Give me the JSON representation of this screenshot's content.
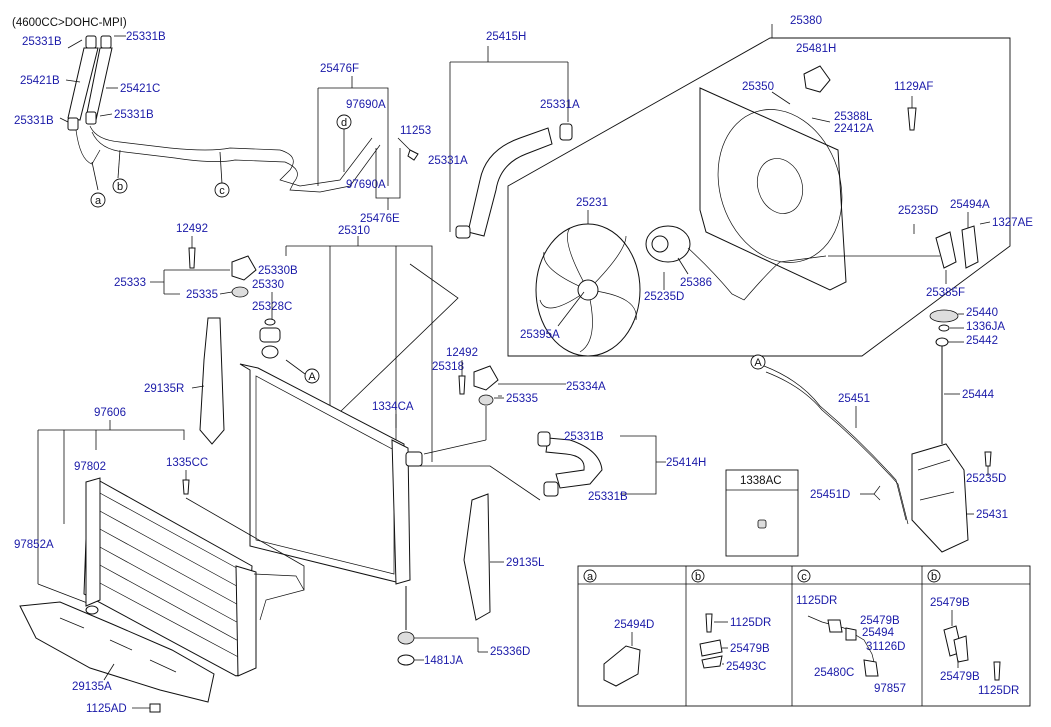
{
  "header": {
    "engine_note": "(4600CC>DOHC-MPI)"
  },
  "labels": {
    "p25331B_a": "25331B",
    "p25331B_b": "25331B",
    "p25421B": "25421B",
    "p25421C": "25421C",
    "p25331B_c": "25331B",
    "p25331B_d": "25331B",
    "p25476F": "25476F",
    "p97690A_a": "97690A",
    "p11253": "11253",
    "p97690A_b": "97690A",
    "p25476E": "25476E",
    "p25415H": "25415H",
    "p25331A_a": "25331A",
    "p25331A_b": "25331A",
    "p25380": "25380",
    "p25481H": "25481H",
    "p25350": "25350",
    "p25388L": "25388L",
    "p22412A": "22412A",
    "p1129AF": "1129AF",
    "p25231": "25231",
    "p25386": "25386",
    "p25235D_a": "25235D",
    "p25395A": "25395A",
    "p25235D_b": "25235D",
    "p25494A": "25494A",
    "p1327AE": "1327AE",
    "p25385F": "25385F",
    "p25440": "25440",
    "p1336JA": "1336JA",
    "p25442": "25442",
    "p25444": "25444",
    "p12492_a": "12492",
    "p25310": "25310",
    "p25333": "25333",
    "p25330B": "25330B",
    "p25335_a": "25335",
    "p25330": "25330",
    "p25328C": "25328C",
    "p29135R": "29135R",
    "p25318": "25318",
    "p12492_b": "12492",
    "p25334A": "25334A",
    "p1334CA": "1334CA",
    "p25335_b": "25335",
    "p97606": "97606",
    "p97802": "97802",
    "p1335CC": "1335CC",
    "p25331B_e": "25331B",
    "p25414H": "25414H",
    "p25331B_f": "25331B",
    "p25451": "25451",
    "p25451D": "25451D",
    "p25235D_c": "25235D",
    "p25431": "25431",
    "p1338AC": "1338AC",
    "p97852A": "97852A",
    "p29135L": "29135L",
    "p29135A": "29135A",
    "p1125AD": "1125AD",
    "p25336D": "25336D",
    "p1481JA": "1481JA"
  },
  "callouts": {
    "a": "a",
    "b": "b",
    "c": "c",
    "d": "d",
    "A1": "A",
    "A2": "A"
  },
  "detail_table": {
    "headers": [
      "a",
      "b",
      "c",
      "b"
    ],
    "col_a": [
      "25494D"
    ],
    "col_b": [
      "1125DR",
      "25479B",
      "25493C"
    ],
    "col_c": [
      "1125DR",
      "25479B",
      "25494",
      "31126D",
      "25480C",
      "97857"
    ],
    "col_d": [
      "25479B",
      "25479B",
      "1125DR"
    ]
  }
}
